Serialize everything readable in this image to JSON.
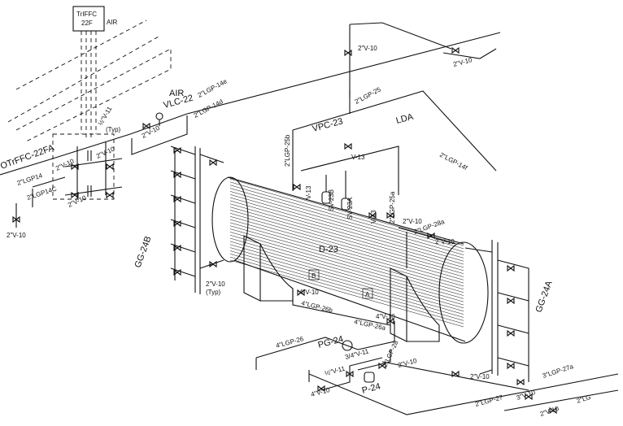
{
  "labels": {
    "tbox": "TrIFFC",
    "tbox2": "22F",
    "air1": "AIR",
    "air2": "AIR",
    "vlc": "VLC-22",
    "otffc": "OTrFFC-22FA",
    "lgp14": "2\"LGP14",
    "lgp14c": "2\"LGP14C",
    "v10_left": "2\"V-10",
    "v11": "½\"V-11",
    "typ1": "(Typ)",
    "v10_a": "2\"V-10",
    "v10_b": "2\"V-10",
    "v10_c": "2\"V-10",
    "lgp14e": "2\"LGP-14e",
    "lgp14d": "2\"LGP-14d",
    "v10_top": "2\"V-10",
    "v10_topright": "2\"V-10",
    "lgp25": "2\"LGP-25",
    "lda": "LDA",
    "vpc": "VPC-23",
    "v13a": "V-13",
    "lgp14f": "2\"LGP-14f",
    "lgp25b": "2\"LGP-25b",
    "v13b": "V-13",
    "sv23b": "SV-23B",
    "sv23a": "SV-23A",
    "v13c": "V-13",
    "lgp25a": "2\"LGP-25a",
    "v10_r1": "2\"V-10",
    "lgp28a": "2\"LGP-28a",
    "v10_r2": "2\"V-10",
    "d23": "D-23",
    "secB": "B",
    "secA": "A",
    "gg24b": "GG-24B",
    "v10_gg": "2\"V-10",
    "typ2": "(Typ)",
    "v10_4a": "4\"V-10",
    "lgp26b": "4\"LGP-26b",
    "v10_4b": "4\"V-10",
    "lgp26a": "4\"LGP-26a",
    "lgp26": "4\"LGP-26",
    "pg24": "PG-24",
    "v11_34": "3/4\"V-11",
    "lgp28": "2\"LGP-28",
    "v10_p": "2\"V-10",
    "v11_half": "½\"V-11",
    "v10_4c": "4\"V-10",
    "p24": "P-24",
    "gg24a": "GG-24A",
    "v10_gga": "2\"V-10",
    "lgp27a": "3\"LGP-27a",
    "lgp27": "2\"LGP-27",
    "v10_3": "3\"V-10",
    "v10_bot": "2\"V-10",
    "lg2": "2\"LG"
  },
  "colors": {
    "ink": "#111111",
    "paper": "#ffffff"
  }
}
